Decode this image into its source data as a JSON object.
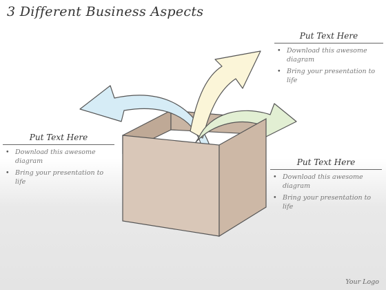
{
  "title": "3 Different Business Aspects",
  "panels": [
    {
      "heading": "Put Text Here",
      "bullets": [
        "Download this awesome diagram",
        "Bring your presentation to life"
      ]
    },
    {
      "heading": "Put Text Here",
      "bullets": [
        "Download this awesome diagram",
        "Bring your presentation to life"
      ]
    },
    {
      "heading": "Put Text Here",
      "bullets": [
        "Download this awesome diagram",
        "Bring your presentation to life"
      ]
    }
  ],
  "logo": "Your Logo",
  "colors": {
    "box": "#d9c7b8",
    "arrow_blue": "#d6ecf6",
    "arrow_yellow": "#fbf5d8",
    "arrow_green": "#e2efd3"
  }
}
